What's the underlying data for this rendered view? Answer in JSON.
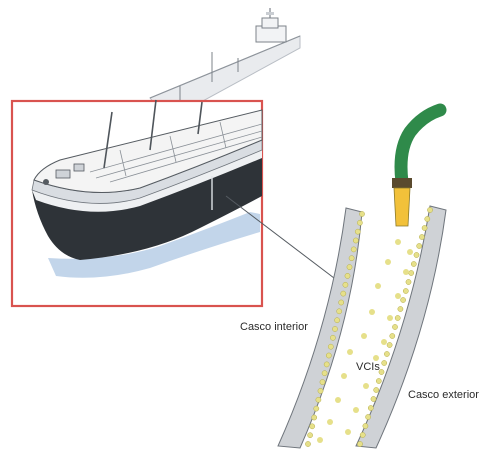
{
  "labels": {
    "inner_hull": "Casco interior",
    "outer_hull": "Casco exterior",
    "vapors": "VCIs"
  },
  "colors": {
    "frame": "#d9534f",
    "hull_dark": "#2e3338",
    "deck": "#f4f4f4",
    "hose": "#2f8a4a",
    "nozzle": "#f2c13a",
    "wall": "#cfd2d6",
    "particles": "#e6e08a",
    "water_shadow": "#8fb3d9"
  },
  "icons": {
    "ship": "tanker-ship-icon",
    "hose": "spray-hose-icon"
  }
}
